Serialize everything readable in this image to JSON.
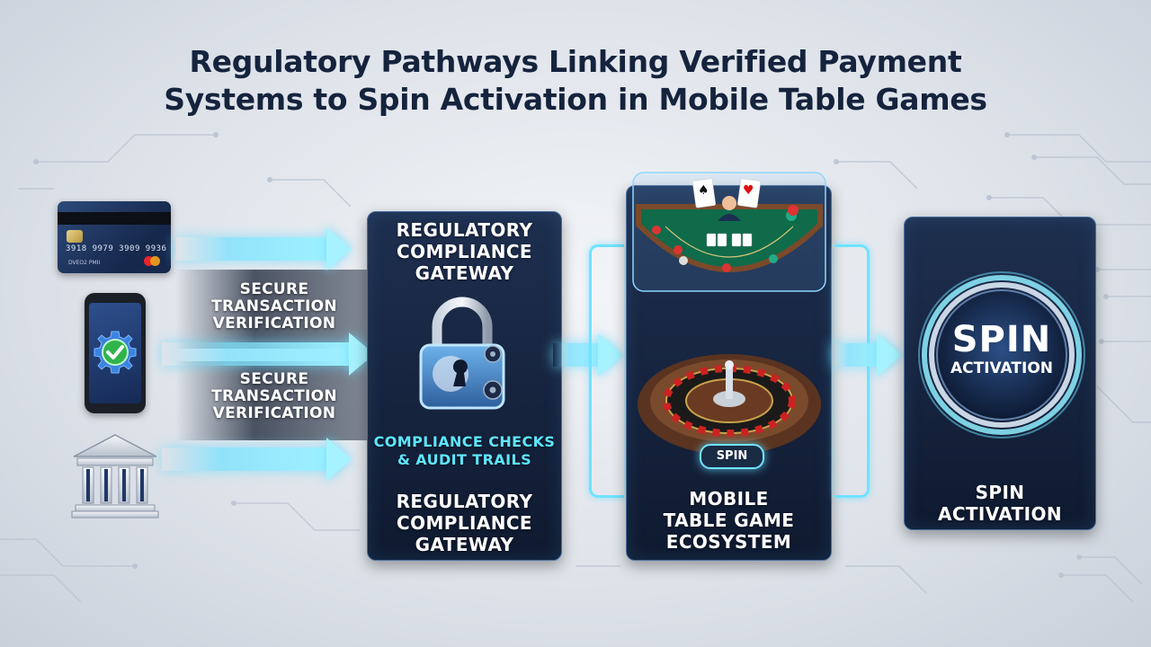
{
  "title": {
    "line1": "Regulatory Pathways Linking Verified Payment",
    "line2": "Systems to Spin Activation in Mobile Table Games"
  },
  "payment_sources": {
    "card": {
      "number": "3918 9979 3909 9936",
      "brand_text": "DVEO2 PMII"
    },
    "phone": {
      "icon": "gear-check-icon"
    },
    "bank": {
      "icon": "bank-icon"
    }
  },
  "verification_labels": [
    {
      "line1": "SECURE",
      "line2": "TRANSACTION",
      "line3": "VERIFICATION"
    },
    {
      "line1": "SECURE",
      "line2": "TRANSACTION",
      "line3": "VERIFICATION"
    }
  ],
  "gateway": {
    "header_line1": "REGULATORY",
    "header_line2": "COMPLIANCE",
    "header_line3": "GATEWAY",
    "checks_line1": "COMPLIANCE CHECKS",
    "checks_line2": "& AUDIT TRAILS",
    "footer_line1": "REGULATORY",
    "footer_line2": "COMPLIANCE",
    "footer_line3": "GATEWAY"
  },
  "ecosystem": {
    "spin_button": "SPIN",
    "label_line1": "MOBILE",
    "label_line2": "TABLE GAME",
    "label_line3": "ECOSYSTEM"
  },
  "spin": {
    "ring_big": "SPIN",
    "ring_small": "ACTIVATION",
    "label_line1": "SPIN",
    "label_line2": "ACTIVATION"
  },
  "colors": {
    "accent_cyan": "#6fe3ff",
    "panel_dark": "#0f1a30",
    "title": "#15233d"
  }
}
